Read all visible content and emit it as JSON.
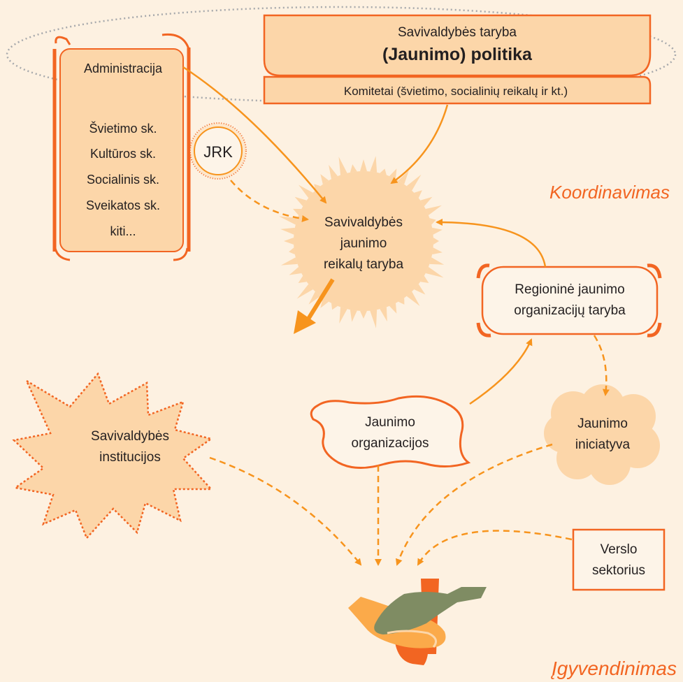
{
  "council": {
    "title": "Savivaldybės taryba",
    "policy": "(Jaunimo) politika",
    "committees": "Komitetai (švietimo, socialinių reikalų ir kt.)"
  },
  "administration": {
    "title": "Administracija",
    "departments": [
      "Švietimo sk.",
      "Kultūros sk.",
      "Socialinis sk.",
      "Sveikatos sk.",
      "kiti..."
    ]
  },
  "jrk": "JRK",
  "youth_council": [
    "Savivaldybės",
    "jaunimo",
    "reikalų taryba"
  ],
  "section_labels": {
    "coordination": "Koordinavimas",
    "implementation": "Įgyvendinimas"
  },
  "regional_council": [
    "Regioninė jaunimo",
    "organizacijų taryba"
  ],
  "institutions": [
    "Savivaldybės",
    "institucijos"
  ],
  "youth_orgs": [
    "Jaunimo",
    "organizacijos"
  ],
  "youth_initiative": [
    "Jaunimo",
    "iniciatyva"
  ],
  "business": [
    "Verslo",
    "sektorius"
  ],
  "colors": {
    "background": "#fdf1e1",
    "fill": "#fcd6a9",
    "light_fill": "#fde7cc",
    "accent": "#f26522",
    "arrow": "#f7941d",
    "dotted": "#a7a9ac"
  }
}
